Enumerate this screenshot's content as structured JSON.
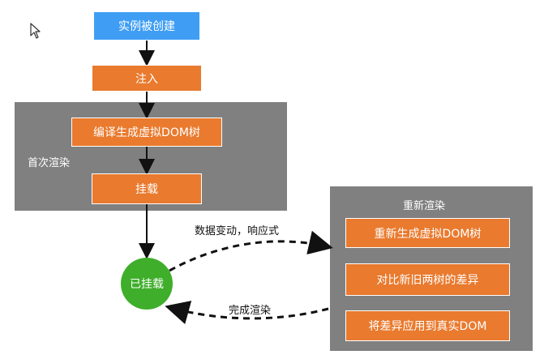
{
  "colors": {
    "blue_node": "#3f9ef4",
    "orange_node": "#e97a2e",
    "group_fill": "#808080",
    "mounted_node": "#3fae2b",
    "arrow": "#111111"
  },
  "nodes": {
    "instance_created": "实例被创建",
    "inject": "注入",
    "compile_vdom": "编译生成虚拟DOM树",
    "mount": "挂载",
    "mounted": "已挂载",
    "regen_vdom": "重新生成虚拟DOM树",
    "diff": "对比新旧两树的差异",
    "apply_dom": "将差异应用到真实DOM"
  },
  "groups": {
    "first_render": "首次渲染",
    "re_render": "重新渲染"
  },
  "edges": {
    "data_change": "数据变动，响应式",
    "render_done": "完成渲染"
  },
  "icons": {
    "cursor": "mouse-pointer-icon"
  }
}
